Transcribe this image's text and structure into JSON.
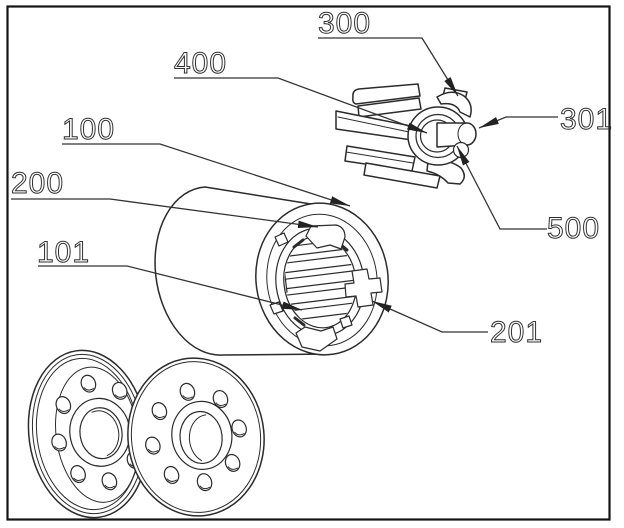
{
  "figure": {
    "background": "#ffffff",
    "line_color": "#2b2b2b",
    "border_color": "#141414",
    "callouts": {
      "c100": {
        "label": "100"
      },
      "c101": {
        "label": "101"
      },
      "c200": {
        "label": "200"
      },
      "c201": {
        "label": "201"
      },
      "c300": {
        "label": "300"
      },
      "c301": {
        "label": "301"
      },
      "c400": {
        "label": "400"
      },
      "c500": {
        "label": "500"
      }
    }
  }
}
